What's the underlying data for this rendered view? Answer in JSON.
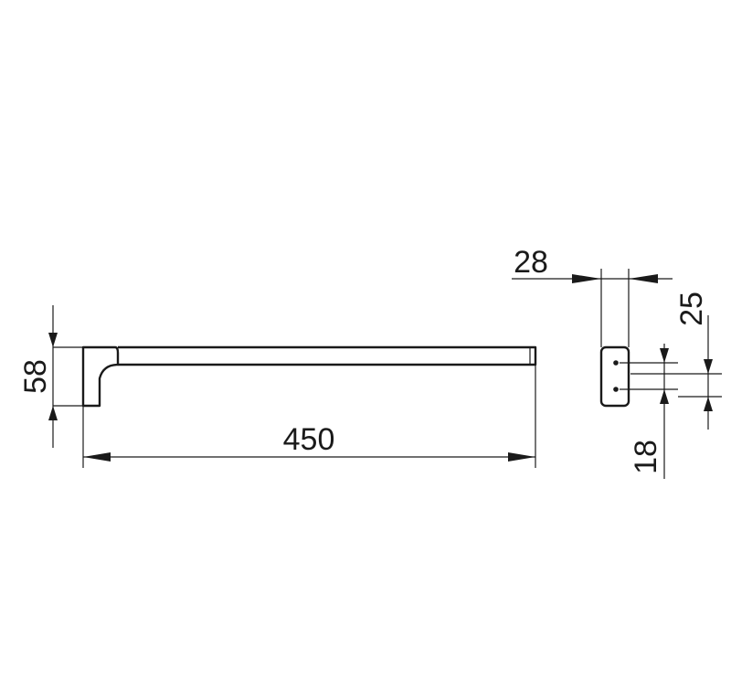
{
  "drawing": {
    "type": "technical-dimension-drawing",
    "dimensions": {
      "length": "450",
      "height": "58",
      "depth": "28",
      "offset_upper": "25",
      "offset_lower": "18"
    },
    "colors": {
      "line": "#1a1a1a",
      "background": "#ffffff"
    }
  }
}
